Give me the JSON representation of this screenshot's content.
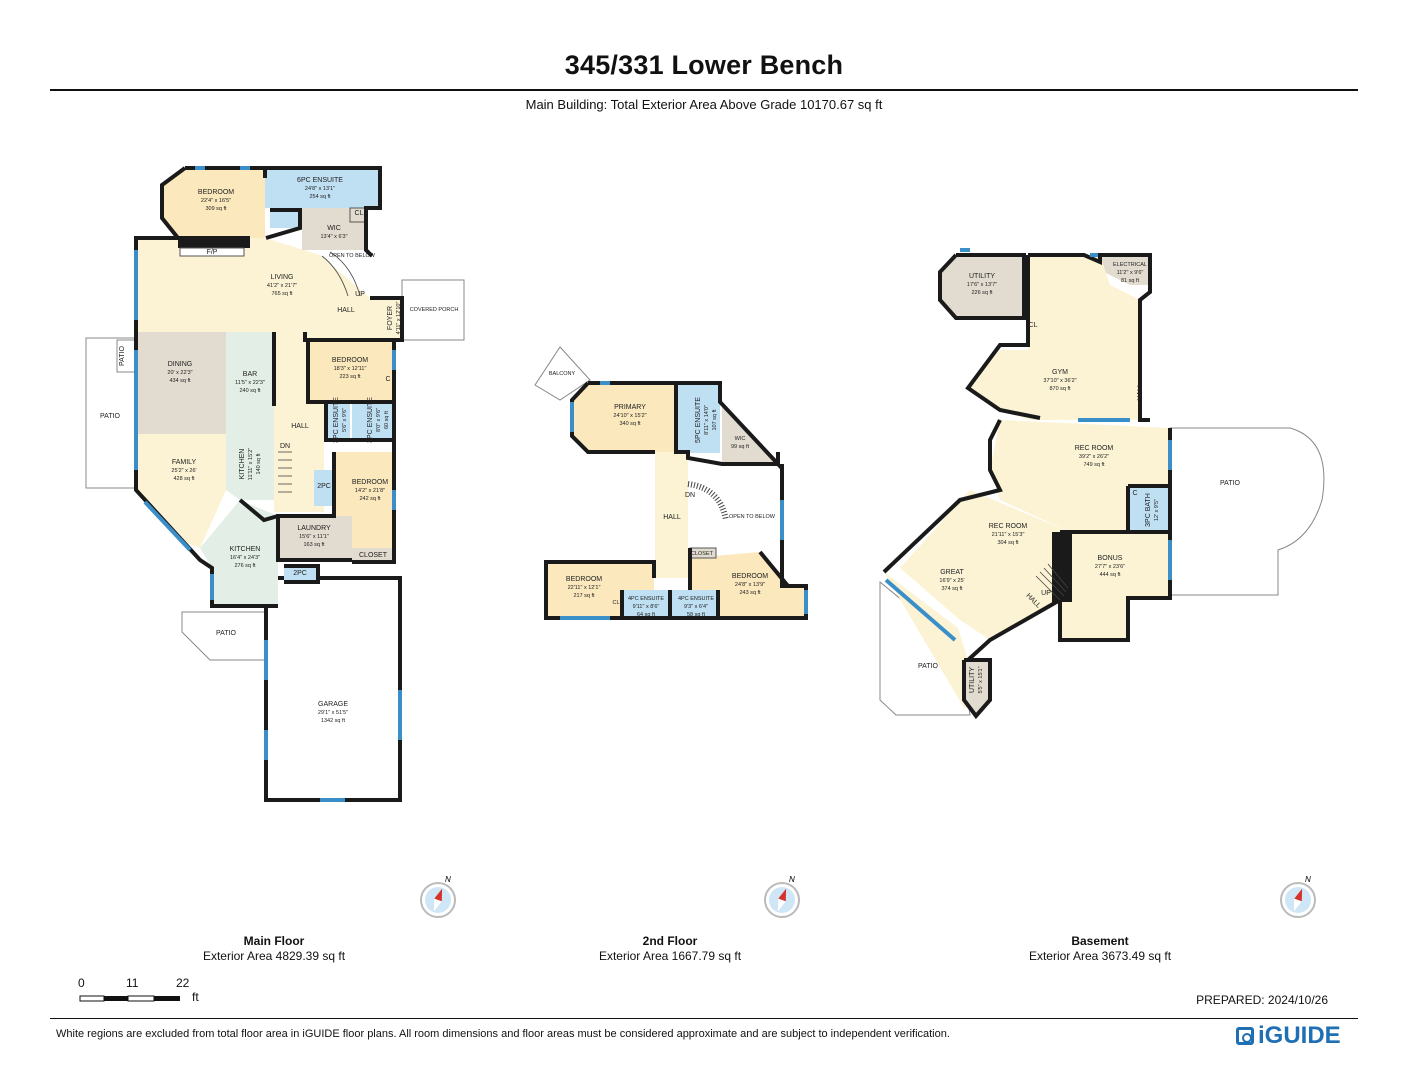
{
  "title": "345/331 Lower Bench",
  "subtitle": "Main Building: Total Exterior Area Above Grade 10170.67 sq ft",
  "colors": {
    "living": "#fbf3d4",
    "bedroom": "#fbe8bd",
    "bath": "#bfdff3",
    "storage": "#e2dbcf",
    "dining": "#e2dbcf",
    "kitchen": "#e3efe6",
    "window": "#3b8fc9",
    "wall": "#1a1a1a"
  },
  "main_floor": {
    "name": "Main Floor",
    "area": "Exterior Area 4829.39 sq ft",
    "rooms": [
      {
        "name": "BEDROOM",
        "dims": "22'4\" x 16'5\"",
        "area": "309 sq ft"
      },
      {
        "name": "6PC ENSUITE",
        "dims": "24'8\" x 13'1\"",
        "area": "254 sq ft"
      },
      {
        "name": "WIC",
        "dims": "13'4\" x 6'3\""
      },
      {
        "name": "CL"
      },
      {
        "name": "F/P"
      },
      {
        "name": "OPEN TO BELOW"
      },
      {
        "name": "LIVING",
        "dims": "41'2\" x 21'7\"",
        "area": "765 sq ft"
      },
      {
        "name": "UP"
      },
      {
        "name": "HALL"
      },
      {
        "name": "FOYER",
        "dims": "4'11\" x 12'10\""
      },
      {
        "name": "COVERED PORCH"
      },
      {
        "name": "PATIO"
      },
      {
        "name": "PATIO"
      },
      {
        "name": "DINING",
        "dims": "20' x 22'3\"",
        "area": "434 sq ft"
      },
      {
        "name": "BAR",
        "dims": "11'5\" x 22'3\"",
        "area": "240 sq ft"
      },
      {
        "name": "BEDROOM",
        "dims": "18'3\" x 12'11\"",
        "area": "223 sq ft"
      },
      {
        "name": "C"
      },
      {
        "name": "HALL"
      },
      {
        "name": "3PC ENSUITE",
        "dims": "5'6\" x 9'6\""
      },
      {
        "name": "3PC ENSUITE",
        "dims": "8'0\" x 9'6\"",
        "area": "60 sq ft"
      },
      {
        "name": "FAMILY",
        "dims": "25'2\" x 26'",
        "area": "428 sq ft"
      },
      {
        "name": "KITCHEN",
        "dims": "11'11\" x 15'2\"",
        "area": "140 sq ft"
      },
      {
        "name": "DN"
      },
      {
        "name": "2PC"
      },
      {
        "name": "BEDROOM",
        "dims": "14'2\" x 21'8\"",
        "area": "242 sq ft"
      },
      {
        "name": "LAUNDRY",
        "dims": "15'6\" x 11'1\"",
        "area": "163 sq ft"
      },
      {
        "name": "CLOSET"
      },
      {
        "name": "KITCHEN",
        "dims": "16'4\" x 24'3\"",
        "area": "276 sq ft"
      },
      {
        "name": "2PC"
      },
      {
        "name": "PATIO"
      },
      {
        "name": "GARAGE",
        "dims": "29'1\" x 51'5\"",
        "area": "1342 sq ft"
      }
    ]
  },
  "second_floor": {
    "name": "2nd Floor",
    "area": "Exterior Area 1667.79 sq ft",
    "rooms": [
      {
        "name": "BALCONY"
      },
      {
        "name": "PRIMARY",
        "dims": "24'10\" x 15'2\"",
        "area": "340 sq ft"
      },
      {
        "name": "5PC ENSUITE",
        "dims": "8'11\" x 14'0\"",
        "area": "107 sq ft"
      },
      {
        "name": "WIC",
        "area": "99 sq ft"
      },
      {
        "name": "DN"
      },
      {
        "name": "HALL"
      },
      {
        "name": "OPEN TO BELOW"
      },
      {
        "name": "CLOSET"
      },
      {
        "name": "BEDROOM",
        "dims": "22'11\" x 12'1\"",
        "area": "217 sq ft"
      },
      {
        "name": "CL"
      },
      {
        "name": "4PC ENSUITE",
        "dims": "9'11\" x 8'6\"",
        "area": "64 sq ft"
      },
      {
        "name": "4PC ENSUITE",
        "dims": "9'3\" x 6'4\"",
        "area": "58 sq ft"
      },
      {
        "name": "BEDROOM",
        "dims": "24'8\" x 13'9\"",
        "area": "243 sq ft"
      }
    ]
  },
  "basement": {
    "name": "Basement",
    "area": "Exterior Area 3673.49 sq ft",
    "rooms": [
      {
        "name": "UTILITY",
        "dims": "17'6\" x 13'7\"",
        "area": "226 sq ft"
      },
      {
        "name": "ELECTRICAL",
        "dims": "11'2\" x 9'6\"",
        "area": "81 sq ft"
      },
      {
        "name": "CL"
      },
      {
        "name": "GYM",
        "dims": "37'10\" x 36'2\"",
        "area": "870 sq ft"
      },
      {
        "name": "HALL"
      },
      {
        "name": "REC ROOM",
        "dims": "39'2\" x 26'2\"",
        "area": "749 sq ft"
      },
      {
        "name": "PATIO"
      },
      {
        "name": "C"
      },
      {
        "name": "3PC BATH",
        "dims": "12' x 9'5\""
      },
      {
        "name": "REC ROOM",
        "dims": "21'11\" x 15'3\"",
        "area": "304 sq ft"
      },
      {
        "name": "BONUS",
        "dims": "27'7\" x 23'6\"",
        "area": "444 sq ft"
      },
      {
        "name": "GREAT",
        "dims": "16'9\" x 25'",
        "area": "374 sq ft"
      },
      {
        "name": "UP"
      },
      {
        "name": "HALL"
      },
      {
        "name": "PATIO"
      },
      {
        "name": "UTILITY",
        "dims": "5'5\" x 15'1\""
      }
    ]
  },
  "compass": "N",
  "scale": {
    "ticks": [
      "0",
      "11",
      "22"
    ],
    "unit": "ft"
  },
  "prepared": "PREPARED: 2024/10/26",
  "disclaimer": "White regions are excluded from total floor area in iGUIDE floor plans. All room dimensions and floor areas must be considered approximate and are subject to independent verification.",
  "brand": "iGUIDE"
}
